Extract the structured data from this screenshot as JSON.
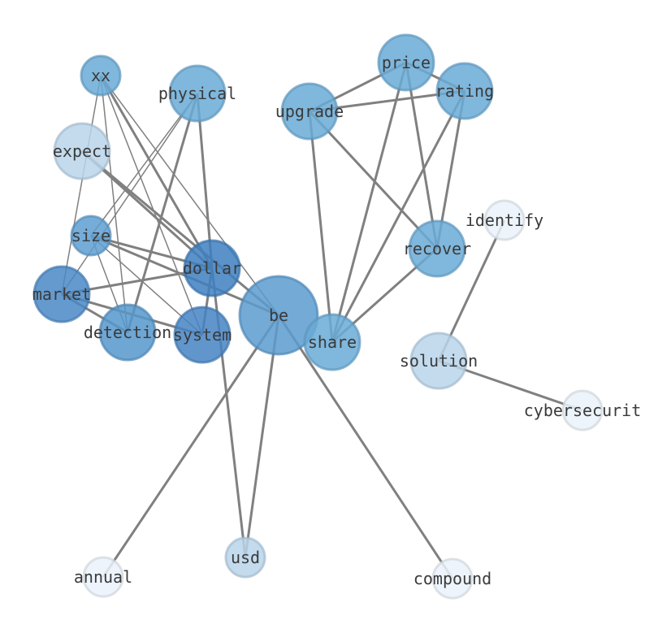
{
  "nodes": [
    {
      "id": "xx",
      "label": "xx",
      "color": "#6aaad6"
    },
    {
      "id": "physical",
      "label": "physical",
      "color": "#6aaad6"
    },
    {
      "id": "expect",
      "label": "expect",
      "color": "#b8d5ea"
    },
    {
      "id": "size",
      "label": "size",
      "color": "#5e9fd1"
    },
    {
      "id": "dollar",
      "label": "dollar",
      "color": "#3d7fc0"
    },
    {
      "id": "market",
      "label": "market",
      "color": "#4a88c6"
    },
    {
      "id": "detection",
      "label": "detection",
      "color": "#5597cd"
    },
    {
      "id": "system",
      "label": "system",
      "color": "#4584c4"
    },
    {
      "id": "be",
      "label": "be",
      "color": "#5b9bcf"
    },
    {
      "id": "price",
      "label": "price",
      "color": "#6aaad6"
    },
    {
      "id": "rating",
      "label": "rating",
      "color": "#6aaad6"
    },
    {
      "id": "upgrade",
      "label": "upgrade",
      "color": "#6aaad6"
    },
    {
      "id": "recover",
      "label": "recover",
      "color": "#6aaad6"
    },
    {
      "id": "share",
      "label": "share",
      "color": "#6aaad6"
    },
    {
      "id": "identify",
      "label": "identify",
      "color": "#eaf2fa"
    },
    {
      "id": "solution",
      "label": "solution",
      "color": "#b8d5ea"
    },
    {
      "id": "cybersecurity",
      "label": "cybersecurit",
      "color": "#eaf2fa"
    },
    {
      "id": "usd",
      "label": "usd",
      "color": "#b8d5ea"
    },
    {
      "id": "annual",
      "label": "annual",
      "color": "#eaf2fa"
    },
    {
      "id": "compound",
      "label": "compound",
      "color": "#eaf2fa"
    }
  ],
  "edges": [
    [
      "xx",
      "dollar",
      "thick"
    ],
    [
      "xx",
      "be",
      "thin"
    ],
    [
      "xx",
      "market",
      "thin"
    ],
    [
      "xx",
      "detection",
      "thin"
    ],
    [
      "xx",
      "system",
      "thin"
    ],
    [
      "physical",
      "dollar",
      "thick"
    ],
    [
      "physical",
      "detection",
      "thick"
    ],
    [
      "physical",
      "size",
      "thin"
    ],
    [
      "physical",
      "market",
      "thin"
    ],
    [
      "expect",
      "be",
      "thick"
    ],
    [
      "expect",
      "dollar",
      "thick"
    ],
    [
      "size",
      "dollar",
      "thick"
    ],
    [
      "size",
      "detection",
      "thin"
    ],
    [
      "size",
      "system",
      "thin"
    ],
    [
      "size",
      "be",
      "thick"
    ],
    [
      "market",
      "dollar",
      "thick"
    ],
    [
      "market",
      "system",
      "thick"
    ],
    [
      "market",
      "detection",
      "thick"
    ],
    [
      "dollar",
      "system",
      "thick"
    ],
    [
      "dollar",
      "usd",
      "thick"
    ],
    [
      "be",
      "usd",
      "thick"
    ],
    [
      "be",
      "annual",
      "thick"
    ],
    [
      "be",
      "compound",
      "thick"
    ],
    [
      "price",
      "upgrade",
      "thick"
    ],
    [
      "price",
      "rating",
      "thick"
    ],
    [
      "price",
      "recover",
      "thick"
    ],
    [
      "price",
      "share",
      "thick"
    ],
    [
      "rating",
      "upgrade",
      "thick"
    ],
    [
      "rating",
      "recover",
      "thick"
    ],
    [
      "rating",
      "share",
      "thick"
    ],
    [
      "upgrade",
      "share",
      "thick"
    ],
    [
      "upgrade",
      "recover",
      "thick"
    ],
    [
      "recover",
      "share",
      "thick"
    ],
    [
      "identify",
      "solution",
      "thick"
    ],
    [
      "solution",
      "cybersecurity",
      "thick"
    ]
  ]
}
